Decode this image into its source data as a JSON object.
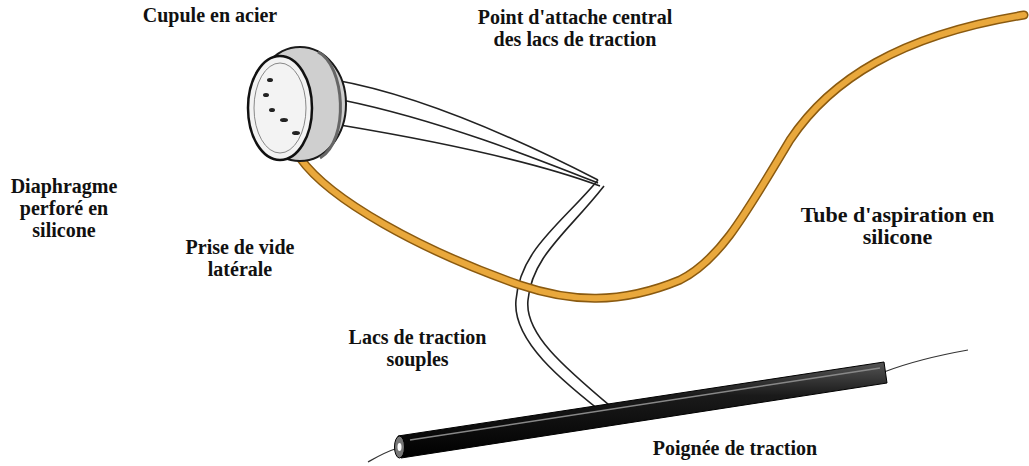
{
  "diagram": {
    "labels": [
      "Cupule en acier",
      "Point d'attache central des lacs de traction",
      "Diaphragme perforé en silicone",
      "Tube d'aspiration en silicone",
      "Prise de vide latérale",
      "Lacs de traction souples",
      "Poignée de traction"
    ]
  }
}
